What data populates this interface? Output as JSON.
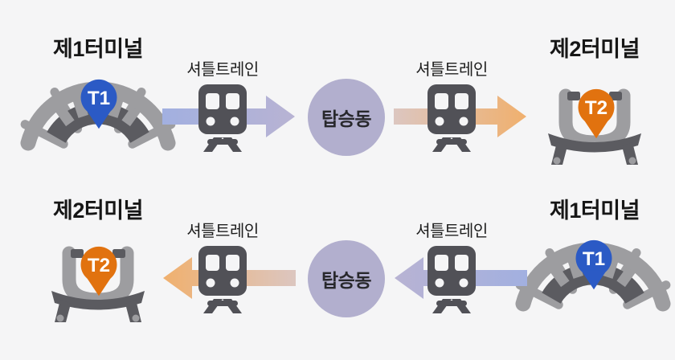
{
  "colors": {
    "page_bg": "#f5f5f6",
    "title_text": "#161616",
    "label_text": "#1e1e1e",
    "hub_fill": "#b2afce",
    "hub_text": "#28282c",
    "pin_t1": "#2b5ac5",
    "pin_t2": "#e1720f",
    "pin_text": "#ffffff",
    "train_body": "#515157",
    "terminal_light": "#9d9da0",
    "terminal_dark": "#5b5b60",
    "arrow_blue_strong": "#a2b0e0",
    "arrow_blue_fade": "#b8b3d3",
    "arrow_orange_strong": "#f0b06e",
    "arrow_orange_fade": "#dcc6c0"
  },
  "rows": [
    {
      "direction": "left-to-right",
      "left_terminal": {
        "title": "제1터미널",
        "pin_label": "T1"
      },
      "leg1_label": "셔틀트레인",
      "hub_label": "탑승동",
      "leg2_label": "셔틀트레인",
      "right_terminal": {
        "title": "제2터미널",
        "pin_label": "T2"
      }
    },
    {
      "direction": "right-to-left",
      "left_terminal": {
        "title": "제2터미널",
        "pin_label": "T2"
      },
      "leg1_label": "셔틀트레인",
      "hub_label": "탑승동",
      "leg2_label": "셔틀트레인",
      "right_terminal": {
        "title": "제1터미널",
        "pin_label": "T1"
      }
    }
  ]
}
